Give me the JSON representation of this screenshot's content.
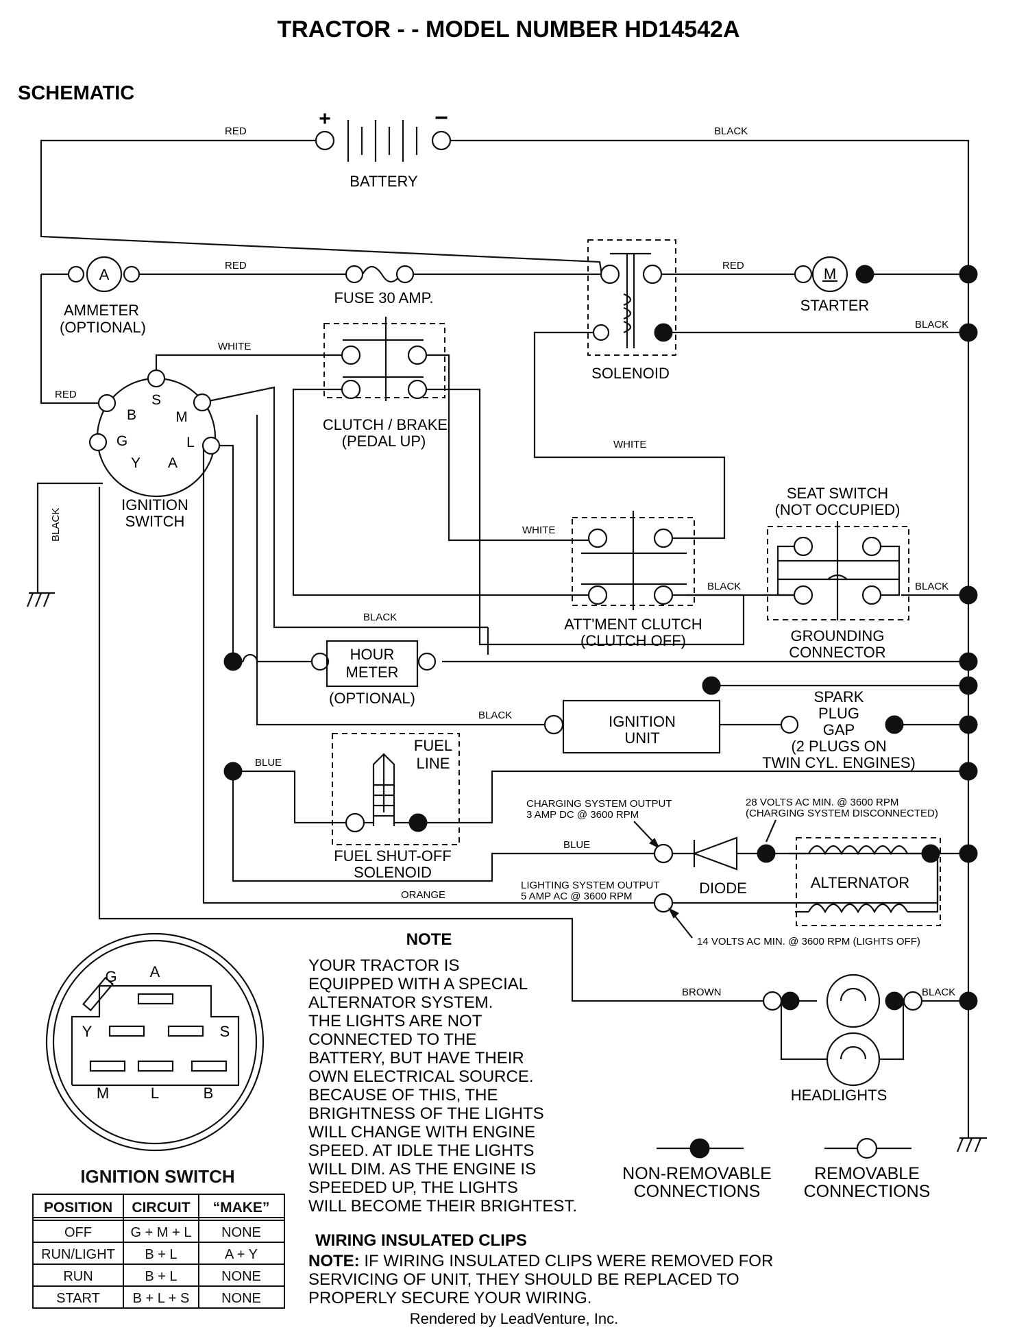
{
  "title": "TRACTOR - - MODEL NUMBER HD14542A",
  "section_label": "SCHEMATIC",
  "components": {
    "battery": "BATTERY",
    "battery_plus": "+",
    "battery_minus": "−",
    "ammeter_symbol": "A",
    "ammeter_line1": "AMMETER",
    "ammeter_line2": "(OPTIONAL)",
    "fuse": "FUSE 30 AMP.",
    "solenoid": "SOLENOID",
    "starter_symbol": "M",
    "starter": "STARTER",
    "clutch_brake_line1": "CLUTCH / BRAKE",
    "clutch_brake_line2": "(PEDAL UP)",
    "ignition_switch_line1": "IGNITION",
    "ignition_switch_line2": "SWITCH",
    "term_s": "S",
    "term_b": "B",
    "term_m": "M",
    "term_g": "G",
    "term_l": "L",
    "term_y": "Y",
    "term_a": "A",
    "seat_switch_line1": "SEAT SWITCH",
    "seat_switch_line2": "(NOT OCCUPIED)",
    "attment_clutch_line1": "ATT'MENT CLUTCH",
    "attment_clutch_line2": "(CLUTCH OFF)",
    "grounding_line1": "GROUNDING",
    "grounding_line2": "CONNECTOR",
    "hour_meter_line1": "HOUR",
    "hour_meter_line2": "METER",
    "hour_meter_opt": "(OPTIONAL)",
    "ignition_unit_line1": "IGNITION",
    "ignition_unit_line2": "UNIT",
    "spark_line1": "SPARK",
    "spark_line2": "PLUG",
    "spark_line3": "GAP",
    "spark_line4": "(2 PLUGS ON",
    "spark_line5": "TWIN CYL. ENGINES)",
    "fuel_line1": "FUEL",
    "fuel_line2": "LINE",
    "fuel_sol_line1": "FUEL SHUT-OFF",
    "fuel_sol_line2": "SOLENOID",
    "charge_out_line1": "CHARGING SYSTEM OUTPUT",
    "charge_out_line2": "3 AMP DC @ 3600 RPM",
    "volts28_line1": "28 VOLTS AC MIN. @ 3600 RPM",
    "volts28_line2": "(CHARGING SYSTEM DISCONNECTED)",
    "diode": "DIODE",
    "alternator": "ALTERNATOR",
    "light_out_line1": "LIGHTING SYSTEM OUTPUT",
    "light_out_line2": "5 AMP AC @ 3600 RPM",
    "volts14": "14 VOLTS AC MIN. @ 3600 RPM (LIGHTS OFF)",
    "headlights": "HEADLIGHTS"
  },
  "wire_labels": {
    "red_battery": "RED",
    "black_battery": "BLACK",
    "red_fuse": "RED",
    "red_starter": "RED",
    "black_solenoid": "BLACK",
    "white_ign": "WHITE",
    "red_ign": "RED",
    "white_mid": "WHITE",
    "white_clutch": "WHITE",
    "black_ground": "BLACK",
    "black_attment": "BLACK",
    "black_seat": "BLACK",
    "black_grounding": "BLACK",
    "black_ignunit": "BLACK",
    "blue_fuel": "BLUE",
    "blue_diode": "BLUE",
    "orange": "ORANGE",
    "brown": "BROWN",
    "black_head": "BLACK"
  },
  "note": {
    "heading": "NOTE",
    "lines": [
      "YOUR TRACTOR IS",
      "EQUIPPED WITH A SPECIAL",
      "ALTERNATOR SYSTEM.",
      "THE LIGHTS ARE NOT",
      "CONNECTED TO THE",
      "BATTERY, BUT HAVE THEIR",
      "OWN ELECTRICAL SOURCE.",
      "BECAUSE OF THIS, THE",
      "BRIGHTNESS OF THE LIGHTS",
      "WILL CHANGE WITH ENGINE",
      "SPEED.  AT IDLE THE LIGHTS",
      "WILL DIM.  AS THE ENGINE IS",
      "SPEEDED UP, THE LIGHTS",
      "WILL BECOME THEIR BRIGHTEST."
    ]
  },
  "legend": {
    "nonremovable_line1": "NON-REMOVABLE",
    "nonremovable_line2": "CONNECTIONS",
    "removable_line1": "REMOVABLE",
    "removable_line2": "CONNECTIONS"
  },
  "switch_face": {
    "g": "G",
    "a": "A",
    "y": "Y",
    "s": "S",
    "m": "M",
    "l": "L",
    "b": "B"
  },
  "ignition_table": {
    "title": "IGNITION SWITCH",
    "headers": [
      "POSITION",
      "CIRCUIT",
      "“MAKE”"
    ],
    "rows": [
      [
        "OFF",
        "G + M + L",
        "NONE"
      ],
      [
        "RUN/LIGHT",
        "B + L",
        "A + Y"
      ],
      [
        "RUN",
        "B + L",
        "NONE"
      ],
      [
        "START",
        "B + L + S",
        "NONE"
      ]
    ]
  },
  "clips": {
    "heading": "WIRING INSULATED CLIPS",
    "note_prefix": "NOTE:",
    "line1": " IF WIRING INSULATED CLIPS WERE REMOVED FOR",
    "line2": "SERVICING OF UNIT, THEY SHOULD BE REPLACED TO",
    "line3": "PROPERLY SECURE YOUR WIRING."
  },
  "footer": "Rendered by LeadVenture, Inc."
}
